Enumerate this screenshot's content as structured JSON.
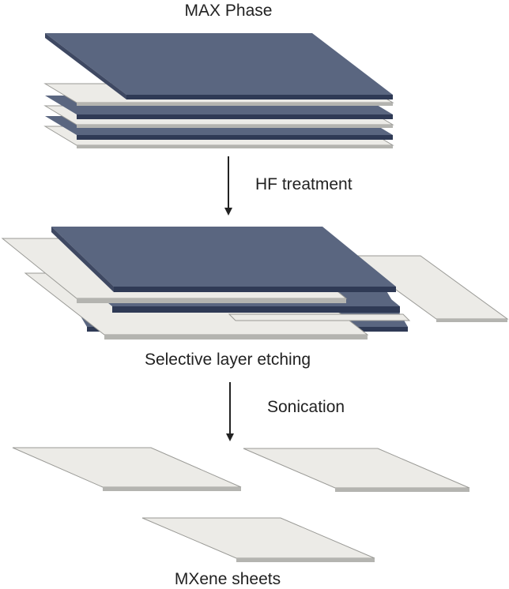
{
  "labels": {
    "top": "MAX Phase",
    "step1": "HF treatment",
    "middle": "Selective layer etching",
    "step2": "Sonication",
    "bottom": "MXene sheets"
  },
  "colors": {
    "layer_top": "#5a6680",
    "layer_side": "#2f3a55",
    "sheet_top": "#ecebe7",
    "sheet_side": "#b4b4b0",
    "edge": "#9a9a96",
    "arrow": "#222222",
    "text": "#222222"
  }
}
